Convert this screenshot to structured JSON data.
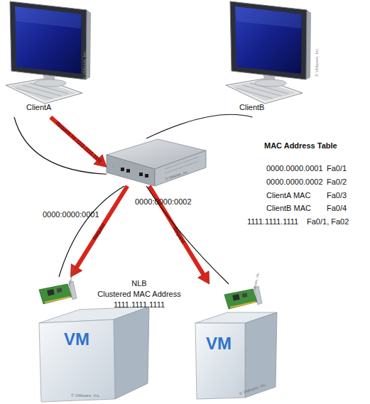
{
  "diagram": {
    "nodes": [
      {
        "text": [
          "ClientA",
          "© VMware, Inc."
        ]
      },
      {
        "text": [
          "ClientB",
          "© VMware, Inc."
        ]
      },
      {
        "text": [
          "© VMware, Inc."
        ]
      },
      {
        "text": [
          "VM",
          "© VMware, Inc."
        ]
      },
      {
        "text": [
          "VM",
          "© VMware, Inc."
        ]
      }
    ],
    "edges": [
      {
        "from": 0,
        "to": 2,
        "arrow": "to",
        "label": "Request for 1111.1111.1111"
      },
      {
        "from": 2,
        "to": 3,
        "arrow": "to",
        "label": "Request"
      },
      {
        "from": 2,
        "to": 4,
        "arrow": "to",
        "label": "Request"
      },
      {
        "from": 0,
        "to": 2,
        "arrow": "none"
      },
      {
        "from": 1,
        "to": 2,
        "arrow": "none"
      },
      {
        "from": 2,
        "to": 3,
        "arrow": "none",
        "label": "0000:0000:0001"
      },
      {
        "from": 2,
        "to": 4,
        "arrow": "none",
        "label": "0000:0000:0002"
      }
    ],
    "labels": [
      "MAC Address Table",
      "0000.0000.0001",
      "Fa0/1",
      "0000.0000.0002",
      "Fa0/2",
      "ClientA MAC",
      "Fa0/3",
      "ClientB MAC",
      "Fa0/4",
      "1111.1111.1111",
      "Fa0/1, Fa02",
      "NLB",
      "Clustered MAC Address",
      "1111.1111.1111",
      "© VMware, Inc.",
      "© VMware, Inc."
    ]
  }
}
